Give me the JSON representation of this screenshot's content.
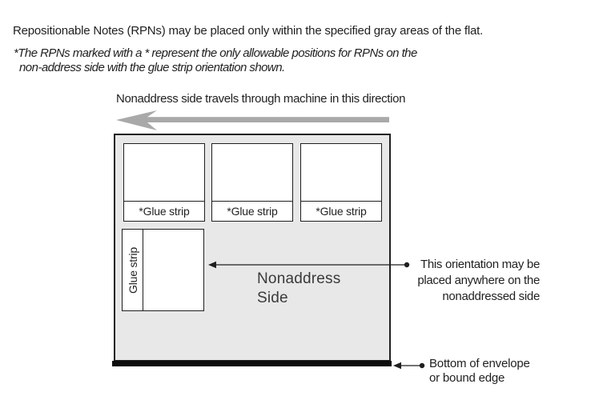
{
  "intro": {
    "heading": "Repositionable Notes (RPNs) may be placed only within the specified gray areas of the flat.",
    "note_line1": "*The RPNs marked with a * represent the only allowable positions for RPNs on the",
    "note_line2": "non-address side with the glue strip orientation shown."
  },
  "direction": {
    "label": "Nonaddress side travels through machine in this direction"
  },
  "flat": {
    "side_label": {
      "line1": "Nonaddress",
      "line2": "Side"
    },
    "rpn_boxes": [
      {
        "glue_label": "*Glue strip"
      },
      {
        "glue_label": "*Glue strip"
      },
      {
        "glue_label": "*Glue strip"
      }
    ],
    "vertical_rpn": {
      "glue_label": "Glue strip"
    }
  },
  "annotations": {
    "orientation": {
      "line1": "This orientation may be",
      "line2": "placed anywhere on the",
      "line3": "nonaddressed side"
    },
    "bottom_edge": {
      "line1": "Bottom of envelope",
      "line2": "or bound edge"
    }
  },
  "colors": {
    "ink": "#1f1f1f",
    "flat_fill": "#e8e8e8",
    "flat_border": "#1f1f1f",
    "direction_arrow": "#a9a9a9",
    "bottom_bar": "#0d0d0d",
    "side_label": "#3a3a3a"
  }
}
